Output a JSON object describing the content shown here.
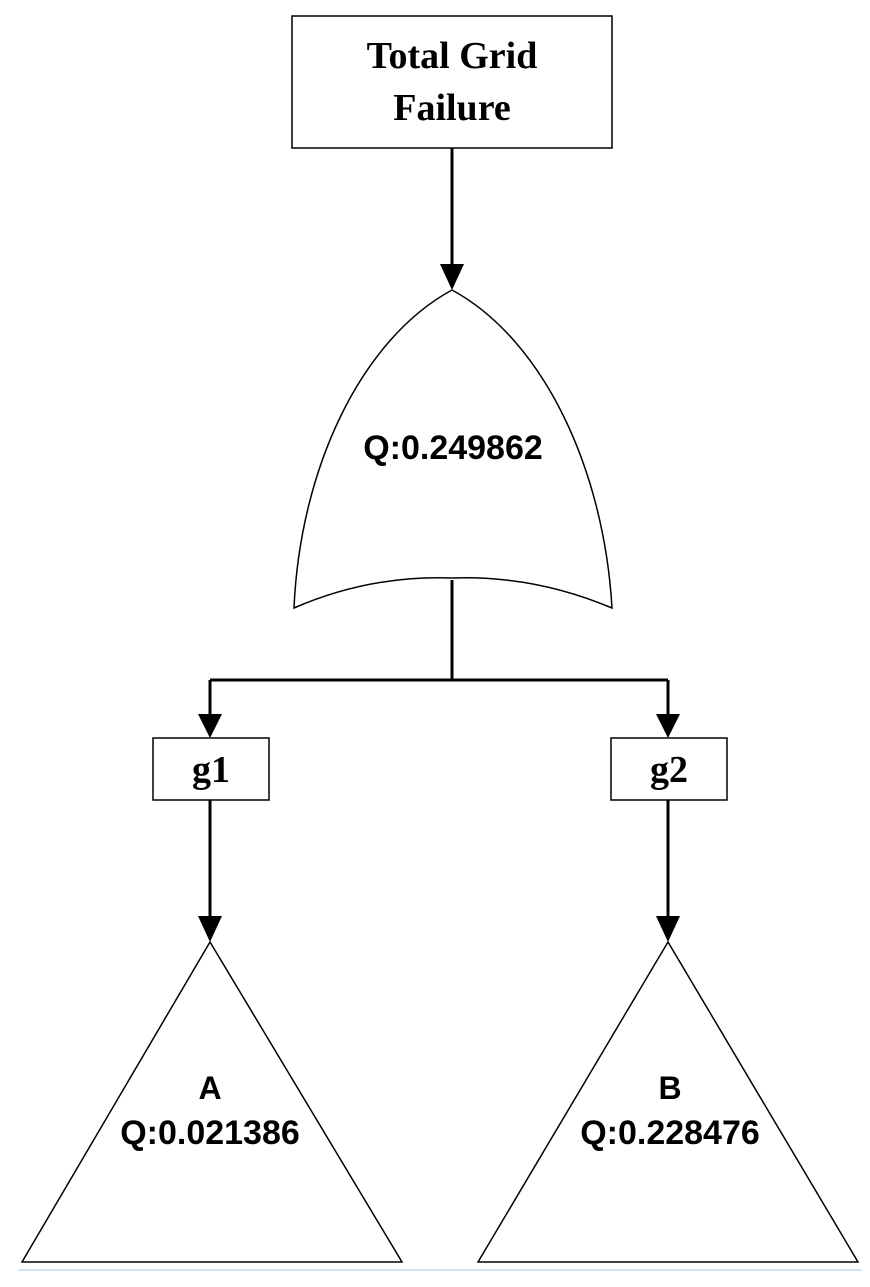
{
  "top_event": {
    "title_line1": "Total Grid",
    "title_line2": "Failure"
  },
  "or_gate": {
    "probability": "Q:0.249862"
  },
  "intermediate": [
    {
      "label": "g1"
    },
    {
      "label": "g2"
    }
  ],
  "transfers": [
    {
      "name": "A",
      "probability": "Q:0.021386"
    },
    {
      "name": "B",
      "probability": "Q:0.228476"
    }
  ]
}
